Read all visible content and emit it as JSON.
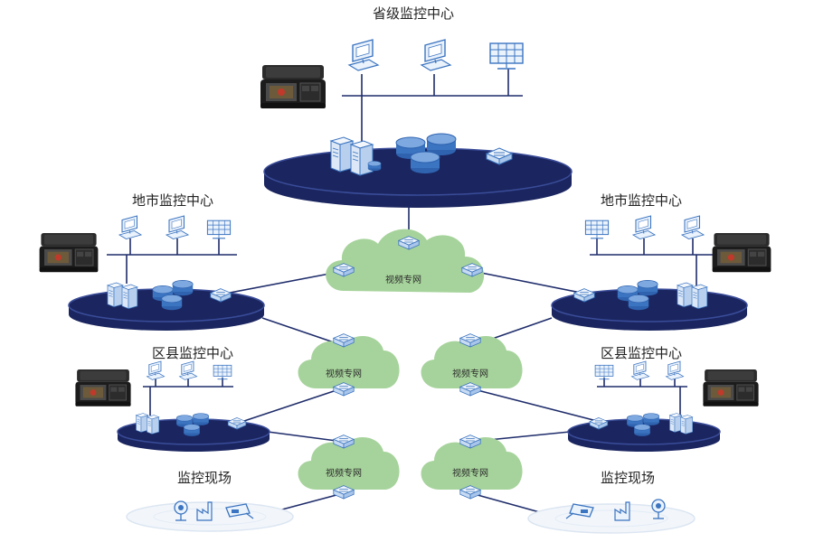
{
  "labels": {
    "province": "省级监控中心",
    "city_left": "地市监控中心",
    "city_right": "地市监控中心",
    "county_left": "区县监控中心",
    "county_right": "区县监控中心",
    "site_left": "监控现场",
    "site_right": "监控现场"
  },
  "clouds": {
    "main": "视频专网",
    "mid_left": "视频专网",
    "mid_right": "视频专网",
    "low_left": "视频专网",
    "low_right": "视频专网"
  },
  "colors": {
    "platform_top": "#1b2660",
    "platform_side": "#2a3c86",
    "line": "#1f2d6b",
    "cloud": "#a6d39b",
    "device": "#3b74c0",
    "device_light": "#dce8f7"
  }
}
